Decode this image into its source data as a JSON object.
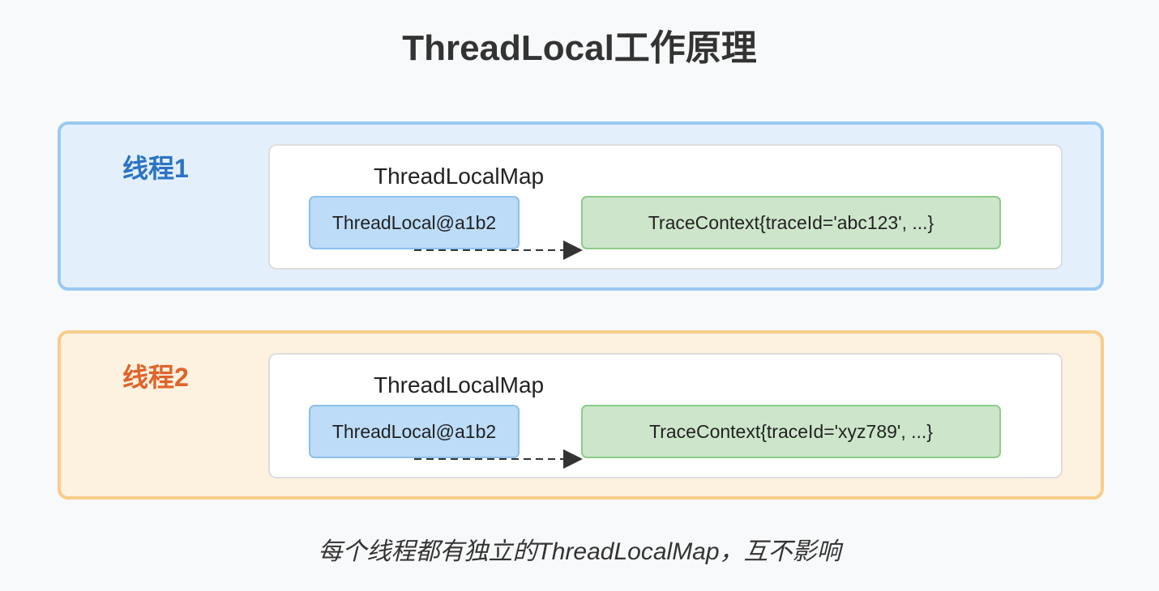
{
  "title": "ThreadLocal工作原理",
  "threads": [
    {
      "label": "线程1",
      "map_label": "ThreadLocalMap",
      "key": "ThreadLocal@a1b2",
      "value": "TraceContext{traceId='abc123', ...}"
    },
    {
      "label": "线程2",
      "map_label": "ThreadLocalMap",
      "key": "ThreadLocal@a1b2",
      "value": "TraceContext{traceId='xyz789', ...}"
    }
  ],
  "caption": "每个线程都有独立的ThreadLocalMap，互不影响",
  "colors": {
    "thread1_fill": "#e3f0fc",
    "thread1_border": "#9bc9f2",
    "thread1_label": "#2b73c4",
    "thread2_fill": "#fdf1df",
    "thread2_border": "#f8cd8a",
    "thread2_label": "#e0632a",
    "key_fill": "#bcdcf8",
    "value_fill": "#cde6cb"
  }
}
